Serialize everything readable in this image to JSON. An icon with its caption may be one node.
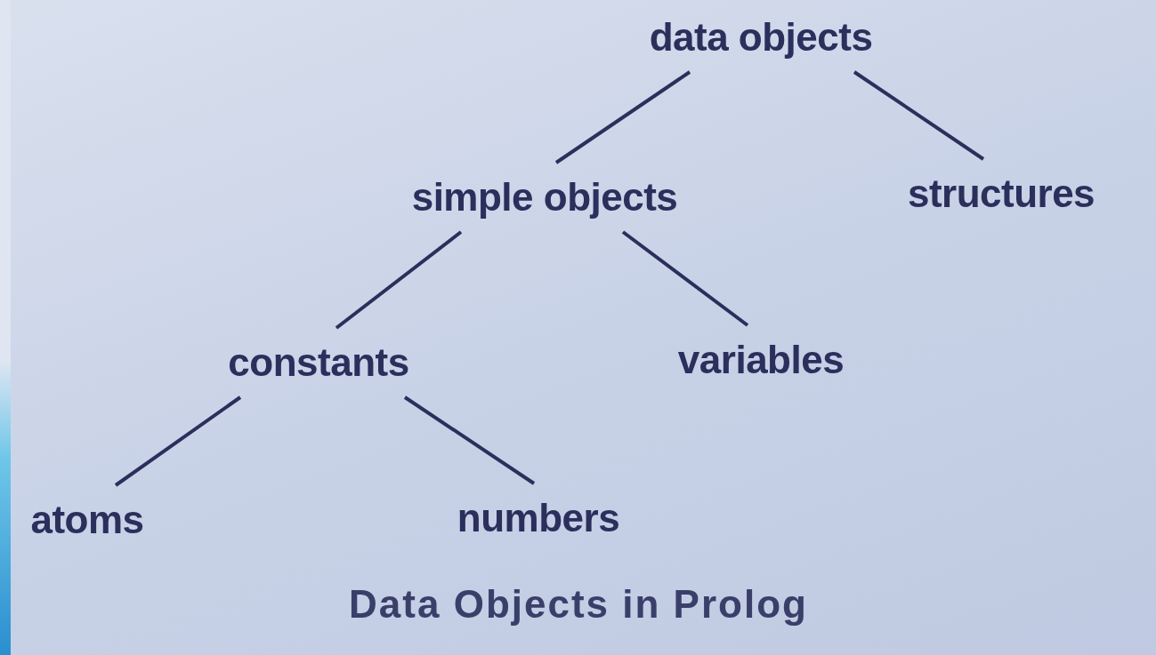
{
  "diagram": {
    "caption": "Data Objects in Prolog",
    "nodes": [
      {
        "text": [
          "data objects"
        ]
      },
      {
        "text": [
          "simple objects"
        ]
      },
      {
        "text": [
          "structures"
        ]
      },
      {
        "text": [
          "constants"
        ]
      },
      {
        "text": [
          "variables"
        ]
      },
      {
        "text": [
          "atoms"
        ]
      },
      {
        "text": [
          "numbers"
        ]
      }
    ],
    "edges": [
      {
        "from": 0,
        "to": 1,
        "arrow": "none"
      },
      {
        "from": 0,
        "to": 2,
        "arrow": "none"
      },
      {
        "from": 1,
        "to": 3,
        "arrow": "none"
      },
      {
        "from": 1,
        "to": 4,
        "arrow": "none"
      },
      {
        "from": 3,
        "to": 5,
        "arrow": "none"
      },
      {
        "from": 3,
        "to": 6,
        "arrow": "none"
      }
    ]
  }
}
